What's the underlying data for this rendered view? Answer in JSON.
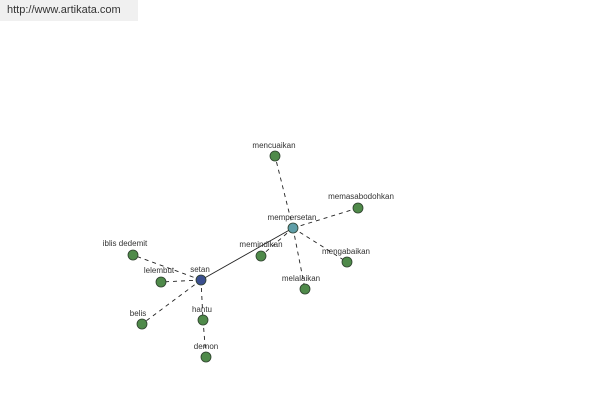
{
  "source_url": "http://www.artikata.com",
  "colors": {
    "hub_primary": "#3b4f8f",
    "hub_secondary": "#5f9ea8",
    "leaf": "#4f8a4a",
    "node_stroke": "#2c3e2c",
    "edge": "#222222"
  },
  "nodes": [
    {
      "id": "setan",
      "label": "setan",
      "role": "hub-primary"
    },
    {
      "id": "mempersetan",
      "label": "mempersetan",
      "role": "hub-secondary"
    },
    {
      "id": "iblis-dedemit",
      "label": "iblis dedemit",
      "role": "leaf"
    },
    {
      "id": "lelembut",
      "label": "lelembut",
      "role": "leaf"
    },
    {
      "id": "belis",
      "label": "belis",
      "role": "leaf"
    },
    {
      "id": "hantu",
      "label": "hantu",
      "role": "leaf"
    },
    {
      "id": "demon",
      "label": "demon",
      "role": "leaf"
    },
    {
      "id": "mencuaikan",
      "label": "mencuaikan",
      "role": "leaf"
    },
    {
      "id": "memasabodohkan",
      "label": "memasabodohkan",
      "role": "leaf"
    },
    {
      "id": "memindikan",
      "label": "memindikan",
      "role": "leaf"
    },
    {
      "id": "mengabaikan",
      "label": "mengabaikan",
      "role": "leaf"
    },
    {
      "id": "melalaikan",
      "label": "melalaikan",
      "role": "leaf"
    }
  ],
  "edges": [
    {
      "from": "setan",
      "to": "mempersetan",
      "style": "solid"
    },
    {
      "from": "setan",
      "to": "iblis-dedemit",
      "style": "dashed"
    },
    {
      "from": "setan",
      "to": "lelembut",
      "style": "dashed"
    },
    {
      "from": "setan",
      "to": "belis",
      "style": "dashed"
    },
    {
      "from": "setan",
      "to": "hantu",
      "style": "dashed"
    },
    {
      "from": "hantu",
      "to": "demon",
      "style": "dashed"
    },
    {
      "from": "mempersetan",
      "to": "mencuaikan",
      "style": "dashed"
    },
    {
      "from": "mempersetan",
      "to": "memasabodohkan",
      "style": "dashed"
    },
    {
      "from": "mempersetan",
      "to": "memindikan",
      "style": "dashed"
    },
    {
      "from": "mempersetan",
      "to": "mengabaikan",
      "style": "dashed"
    },
    {
      "from": "mempersetan",
      "to": "melalaikan",
      "style": "dashed"
    }
  ]
}
